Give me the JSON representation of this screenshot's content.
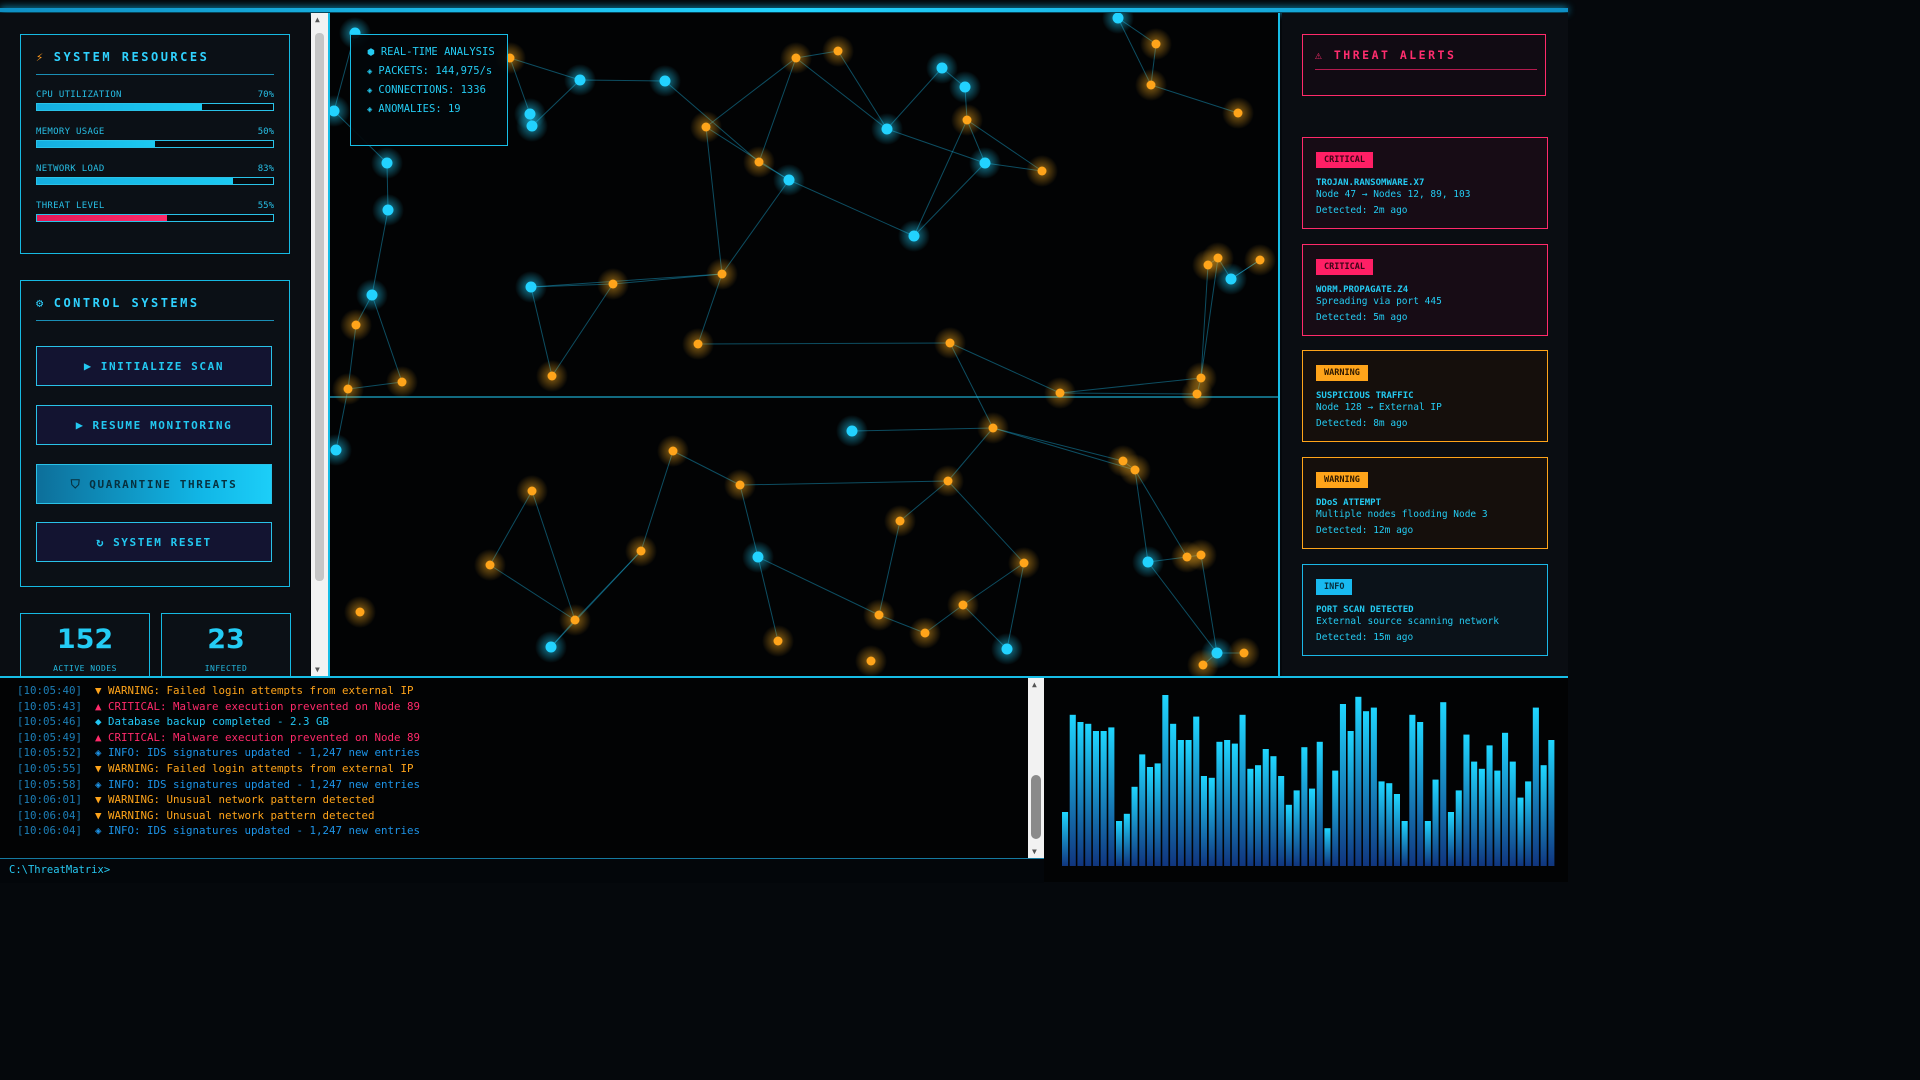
{
  "system_resources": {
    "title": "SYSTEM RESOURCES",
    "icon": "lightning-icon",
    "items": [
      {
        "label": "CPU UTILIZATION",
        "value": "70%",
        "fraction": 0.7,
        "status": "normal"
      },
      {
        "label": "MEMORY USAGE",
        "value": "50%",
        "fraction": 0.5,
        "status": "normal"
      },
      {
        "label": "NETWORK LOAD",
        "value": "83%",
        "fraction": 0.83,
        "status": "normal"
      },
      {
        "label": "THREAT LEVEL",
        "value": "55%",
        "fraction": 0.55,
        "status": "danger"
      }
    ]
  },
  "control_systems": {
    "title": "CONTROL SYSTEMS",
    "icon": "gear-icon",
    "buttons": [
      {
        "label": "INITIALIZE SCAN",
        "icon": "▶",
        "icon_name": "play-icon",
        "active": false
      },
      {
        "label": "RESUME MONITORING",
        "icon": "▶",
        "icon_name": "play-icon",
        "active": false
      },
      {
        "label": "QUARANTINE THREATS",
        "icon": "⛉",
        "icon_name": "shield-icon",
        "active": true
      },
      {
        "label": "SYSTEM RESET",
        "icon": "↻",
        "icon_name": "reset-icon",
        "active": false
      }
    ]
  },
  "stats": {
    "active_nodes": {
      "value": "152",
      "label": "ACTIVE NODES"
    },
    "infected": {
      "value": "23",
      "label": "INFECTED"
    }
  },
  "analysis": {
    "rows": [
      {
        "icon": "⬢",
        "icon_name": "hexagon-icon",
        "text": "REAL-TIME ANALYSIS"
      },
      {
        "icon": "◈",
        "icon_name": "diamond-icon",
        "text": "PACKETS: 144,975/s"
      },
      {
        "icon": "◈",
        "icon_name": "diamond-icon",
        "text": "CONNECTIONS: 1336"
      },
      {
        "icon": "◈",
        "icon_name": "diamond-icon",
        "text": "ANOMALIES: 19"
      }
    ]
  },
  "threat_alerts": {
    "title": "THREAT ALERTS",
    "icon": "warning-triangle-icon",
    "alerts": [
      {
        "level": "CRITICAL",
        "kind": "crit",
        "title": "TROJAN.RANSOMWARE.X7",
        "desc": "Node 47 → Nodes 12, 89, 103",
        "time": "Detected: 2m ago"
      },
      {
        "level": "CRITICAL",
        "kind": "crit",
        "title": "WORM.PROPAGATE.Z4",
        "desc": "Spreading via port 445",
        "time": "Detected: 5m ago"
      },
      {
        "level": "WARNING",
        "kind": "warn",
        "title": "SUSPICIOUS TRAFFIC",
        "desc": "Node 128 → External IP",
        "time": "Detected: 8m ago"
      },
      {
        "level": "WARNING",
        "kind": "warn",
        "title": "DDoS ATTEMPT",
        "desc": "Multiple nodes flooding Node 3",
        "time": "Detected: 12m ago"
      },
      {
        "level": "INFO",
        "kind": "info",
        "title": "PORT SCAN DETECTED",
        "desc": "External source scanning network",
        "time": "Detected: 15m ago"
      }
    ]
  },
  "console": {
    "logs": [
      {
        "time": "[10:05:40]",
        "level": "warning",
        "message": "▼ WARNING: Failed login attempts from external IP"
      },
      {
        "time": "[10:05:43]",
        "level": "critical",
        "message": "▲ CRITICAL: Malware execution prevented on Node 89"
      },
      {
        "time": "[10:05:46]",
        "level": "success",
        "message": "◆ Database backup completed - 2.3 GB"
      },
      {
        "time": "[10:05:49]",
        "level": "critical",
        "message": "▲ CRITICAL: Malware execution prevented on Node 89"
      },
      {
        "time": "[10:05:52]",
        "level": "info",
        "message": "◈ INFO: IDS signatures updated - 1,247 new entries"
      },
      {
        "time": "[10:05:55]",
        "level": "warning",
        "message": "▼ WARNING: Failed login attempts from external IP"
      },
      {
        "time": "[10:05:58]",
        "level": "info",
        "message": "◈ INFO: IDS signatures updated - 1,247 new entries"
      },
      {
        "time": "[10:06:01]",
        "level": "warning",
        "message": "▼ WARNING: Unusual network pattern detected"
      },
      {
        "time": "[10:06:04]",
        "level": "warning",
        "message": "▼ WARNING: Unusual network pattern detected"
      },
      {
        "time": "[10:06:04]",
        "level": "info",
        "message": "◈ INFO: IDS signatures updated - 1,247 new entries"
      }
    ],
    "prompt": "C:\\ThreatMatrix>"
  },
  "spectrum": {
    "levels": [
      0.3,
      0.84,
      0.8,
      0.79,
      0.75,
      0.75,
      0.77,
      0.25,
      0.29,
      0.44,
      0.62,
      0.55,
      0.57,
      0.95,
      0.79,
      0.7,
      0.7,
      0.83,
      0.5,
      0.49,
      0.69,
      0.7,
      0.68,
      0.84,
      0.54,
      0.56,
      0.65,
      0.61,
      0.5,
      0.34,
      0.42,
      0.66,
      0.43,
      0.69,
      0.21,
      0.53,
      0.9,
      0.75,
      0.94,
      0.86,
      0.88,
      0.47,
      0.46,
      0.4,
      0.25,
      0.84,
      0.8,
      0.25,
      0.48,
      0.91,
      0.3,
      0.42,
      0.73,
      0.58,
      0.54,
      0.67,
      0.53,
      0.74,
      0.58,
      0.38,
      0.47,
      0.88,
      0.56,
      0.7
    ]
  },
  "colors": {
    "cyan": "#18c8ef",
    "orange": "#ffa41a",
    "critical": "#ff2a6a",
    "background": "#05080c"
  }
}
